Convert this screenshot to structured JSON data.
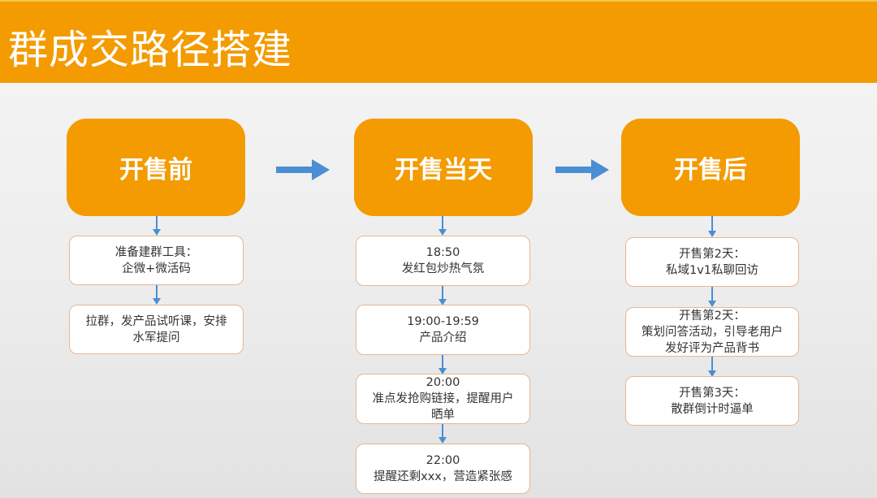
{
  "header": {
    "title": "群成交路径搭建"
  },
  "colors": {
    "header_bg": "#f39b00",
    "stage_bg": "#f39b00",
    "arrow": "#4a8ed4",
    "step_border": "#e8b690"
  },
  "stages": [
    {
      "label": "开售前",
      "steps": [
        {
          "line1": "准备建群工具：",
          "line2": "企微+微活码"
        },
        {
          "line1": "拉群，发产品试听课，安排",
          "line2": "水军提问"
        }
      ]
    },
    {
      "label": "开售当天",
      "steps": [
        {
          "line1": "18:50",
          "line2": "发红包炒热气氛"
        },
        {
          "line1": "19:00-19:59",
          "line2": "产品介绍"
        },
        {
          "line1": "20:00",
          "line2": "准点发抢购链接，提醒用户",
          "line3": "晒单"
        },
        {
          "line1": "22:00",
          "line2": "提醒还剩xxx，营造紧张感"
        }
      ]
    },
    {
      "label": "开售后",
      "steps": [
        {
          "line1": "开售第2天：",
          "line2": "私域1v1私聊回访"
        },
        {
          "line1": "开售第2天：",
          "line2": "策划问答活动，引导老用户",
          "line3": "发好评为产品背书"
        },
        {
          "line1": "开售第3天：",
          "line2": "散群倒计时逼单"
        }
      ]
    }
  ]
}
